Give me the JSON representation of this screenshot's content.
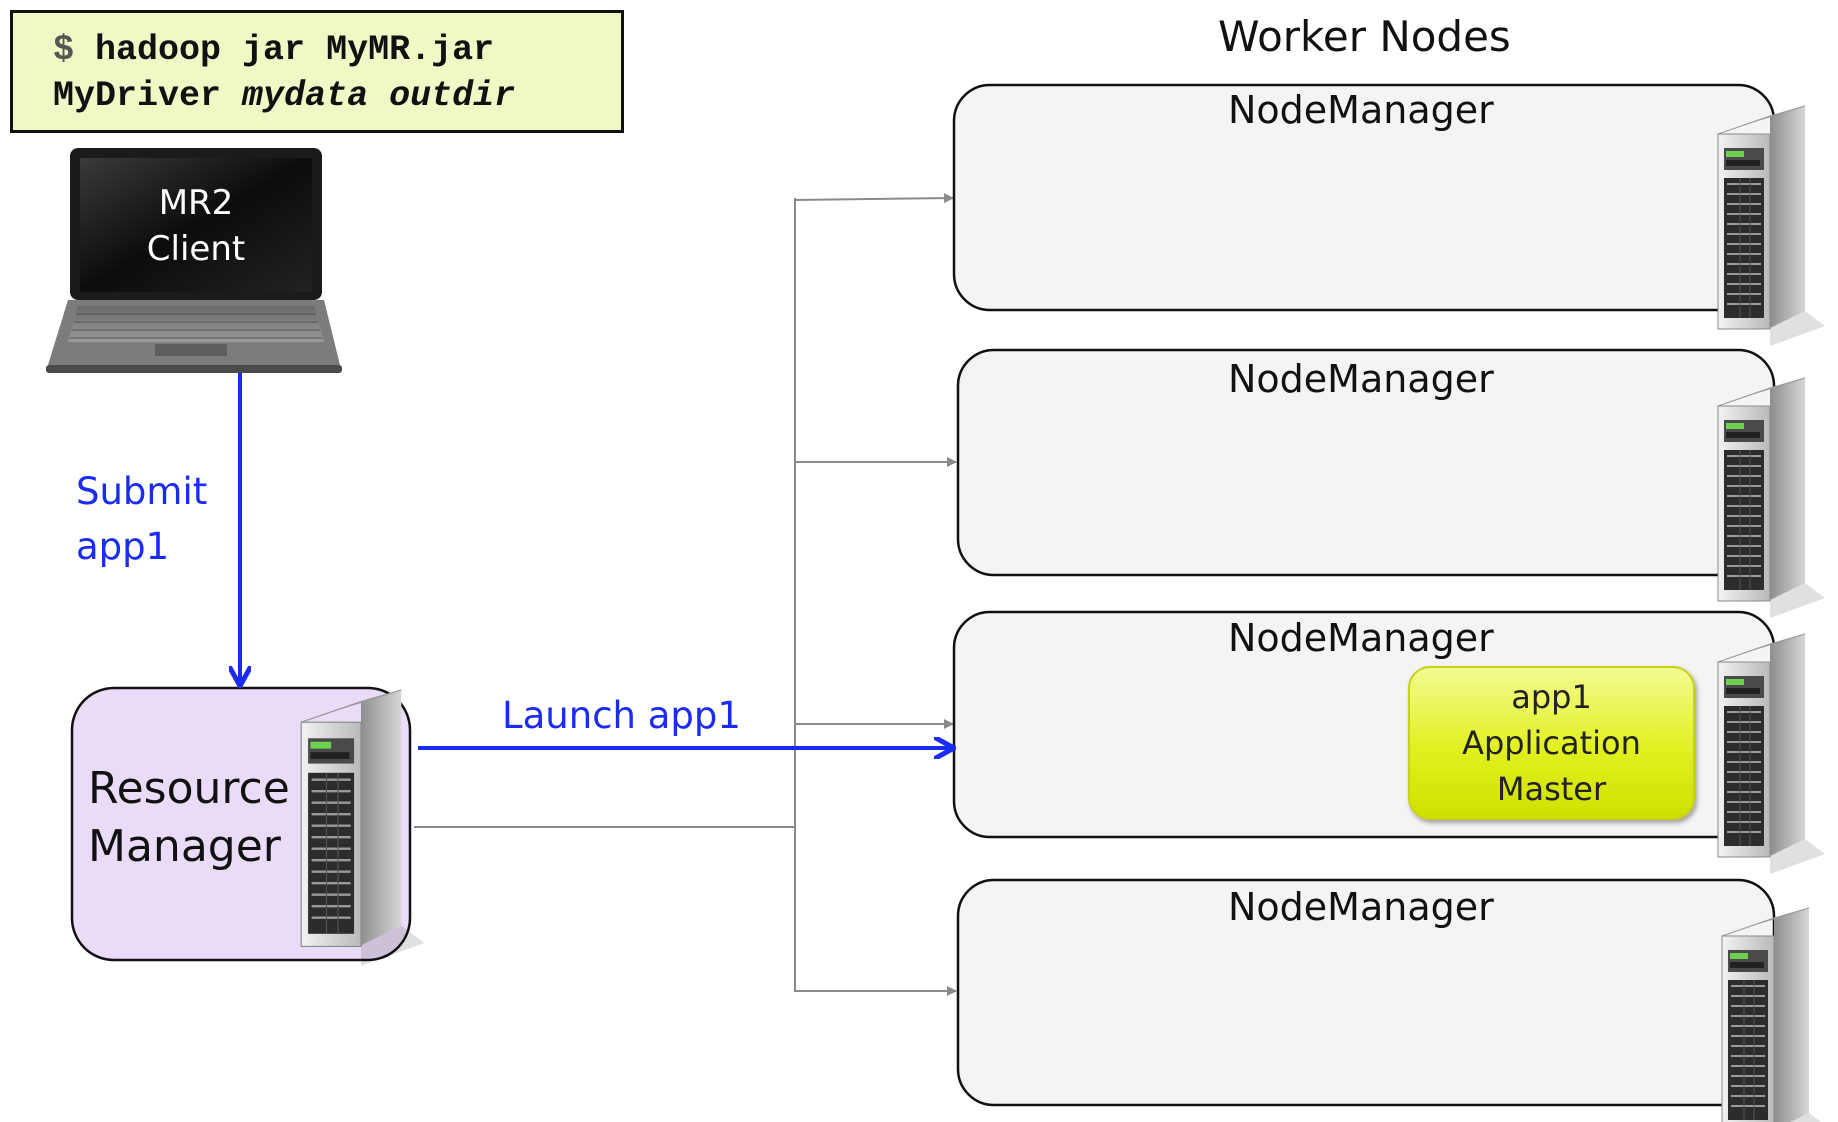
{
  "command": {
    "prompt": "$",
    "line1": "hadoop jar MyMR.jar",
    "line2_prefix": "MyDriver",
    "line2_args": "mydata outdir"
  },
  "client": {
    "line1": "MR2",
    "line2": "Client"
  },
  "resource_manager": {
    "line1": "Resource",
    "line2": "Manager"
  },
  "worker_nodes_title": "Worker Nodes",
  "node_managers": [
    {
      "label": "NodeManager"
    },
    {
      "label": "NodeManager"
    },
    {
      "label": "NodeManager"
    },
    {
      "label": "NodeManager"
    }
  ],
  "application_master": {
    "line1": "app1",
    "line2": "Application",
    "line3": "Master"
  },
  "arrows": {
    "submit_line1": "Submit",
    "submit_line2": "app1",
    "launch": "Launch app1"
  },
  "colors": {
    "blue_arrow": "#1a2cf0",
    "gray_line": "#8a8a8a",
    "rm_fill": "#eadcf9",
    "node_fill": "#f4f4f4",
    "am_fill": "#e1f01e",
    "cmd_fill": "#f1f8c6"
  },
  "icons": [
    "laptop-icon",
    "server-icon"
  ]
}
